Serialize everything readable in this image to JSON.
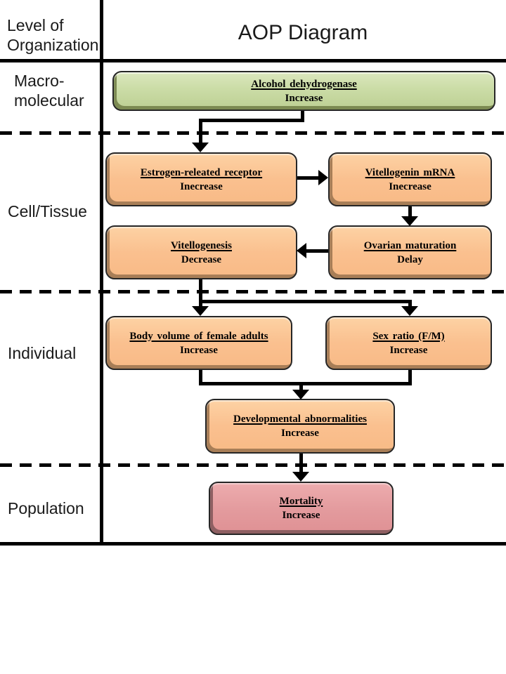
{
  "header": {
    "row_label": "Level of\nOrganization",
    "title": "AOP Diagram"
  },
  "levels": [
    {
      "name": "Macro-molecular",
      "label": "Macro-\nmolecular"
    },
    {
      "name": "Cell/Tissue",
      "label": "Cell/Tissue"
    },
    {
      "name": "Individual",
      "label": "Individual"
    },
    {
      "name": "Population",
      "label": "Population"
    }
  ],
  "nodes": [
    {
      "id": "alcohol-dehydrogenase",
      "title": "Alcohol dehydrogenase",
      "change": "Increase",
      "level": "Macro-molecular",
      "color": "green"
    },
    {
      "id": "estrogen-releated-receptor",
      "title": "Estrogen-releated receptor",
      "change": "Inecrease",
      "level": "Cell/Tissue",
      "color": "orange"
    },
    {
      "id": "vitellogenin-mrna",
      "title": "Vitellogenin mRNA",
      "change": "Inecrease",
      "level": "Cell/Tissue",
      "color": "orange"
    },
    {
      "id": "vitellogenesis",
      "title": "Vitellogenesis",
      "change": "Decrease",
      "level": "Cell/Tissue",
      "color": "orange"
    },
    {
      "id": "ovarian-maturation",
      "title": "Ovarian maturation",
      "change": "Delay",
      "level": "Cell/Tissue",
      "color": "orange"
    },
    {
      "id": "body-volume-of-female-adults",
      "title": "Body volume of female adults",
      "change": "Increase",
      "level": "Individual",
      "color": "orange"
    },
    {
      "id": "sex-ratio-fm",
      "title": "Sex ratio (F/M)",
      "change": "Increase",
      "level": "Individual",
      "color": "orange"
    },
    {
      "id": "developmental-abnormalities",
      "title": "Developmental abnormalities",
      "change": "Increase",
      "level": "Individual",
      "color": "orange"
    },
    {
      "id": "mortality",
      "title": "Mortality",
      "change": "Increase",
      "level": "Population",
      "color": "red"
    }
  ],
  "edges": [
    {
      "from": "alcohol-dehydrogenase",
      "to": "estrogen-releated-receptor"
    },
    {
      "from": "estrogen-releated-receptor",
      "to": "vitellogenin-mrna"
    },
    {
      "from": "vitellogenin-mrna",
      "to": "ovarian-maturation"
    },
    {
      "from": "ovarian-maturation",
      "to": "vitellogenesis"
    },
    {
      "from": "vitellogenesis",
      "to": "body-volume-of-female-adults"
    },
    {
      "from": "vitellogenesis",
      "to": "sex-ratio-fm"
    },
    {
      "from": "body-volume-of-female-adults",
      "to": "developmental-abnormalities"
    },
    {
      "from": "sex-ratio-fm",
      "to": "developmental-abnormalities"
    },
    {
      "from": "developmental-abnormalities",
      "to": "mortality"
    }
  ],
  "colors": {
    "node_green_fill": "#cbdca6",
    "node_green_shadow": "#7c8a52",
    "node_orange_fill": "#fac08f",
    "node_orange_shadow": "#a87e57",
    "node_red_fill": "#e39a9d",
    "node_red_shadow": "#8e5f62",
    "line": "#000000",
    "text": "#000000",
    "background": "#ffffff"
  }
}
